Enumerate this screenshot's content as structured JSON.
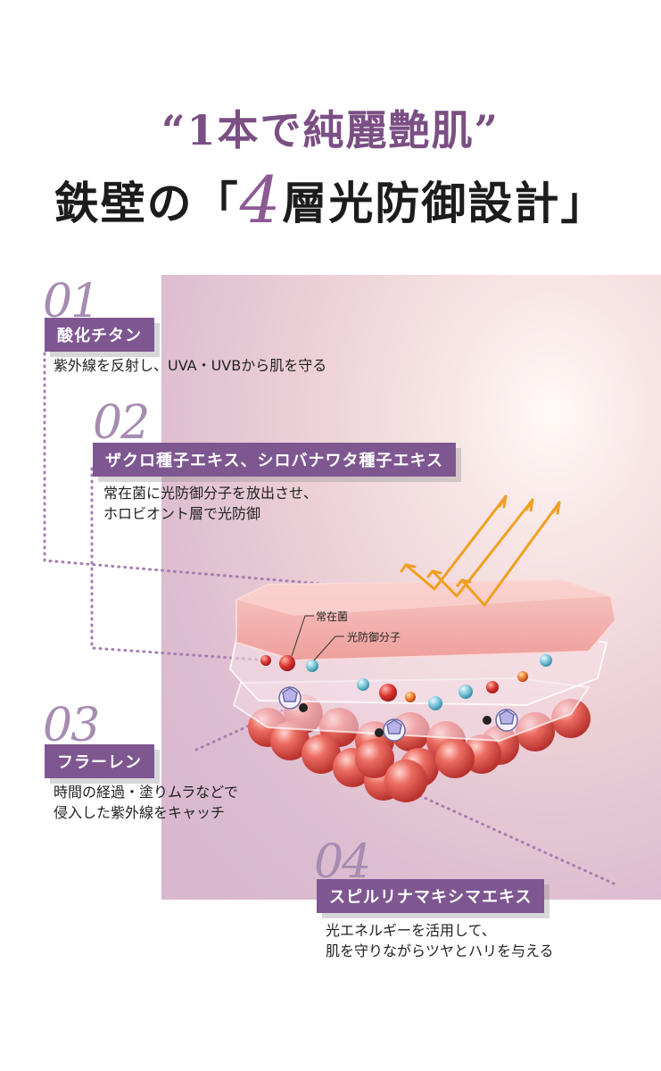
{
  "heading": {
    "line1": "“1本で純麗艶肌”",
    "line2_prefix": "鉄壁の「",
    "line2_number": "4",
    "line2_suffix": "層光防御設計」"
  },
  "layers": [
    {
      "number": "01",
      "name": "酸化チタン",
      "description_lines": [
        "紫外線を反射し、UVA・UVBから肌を守る"
      ]
    },
    {
      "number": "02",
      "name": "ザクロ種子エキス、シロバナワタ種子エキス",
      "description_lines": [
        "常在菌に光防御分子を放出させ、",
        "ホロビオント層で光防御"
      ]
    },
    {
      "number": "03",
      "name": "フラーレン",
      "description_lines": [
        "時間の経過・塗りムラなどで",
        "侵入した紫外線をキャッチ"
      ]
    },
    {
      "number": "04",
      "name": "スピルリナマキシマエキス",
      "description_lines": [
        "光エネルギーを活用して、",
        "肌を守りながらツヤとハリを与える"
      ]
    }
  ],
  "diagram_labels": {
    "bacteria": "常在菌",
    "molecule": "光防御分子"
  },
  "colors": {
    "accent_purple": "#7e5791",
    "number_purple": "#a68cb0",
    "arrow_orange": "#f0a020",
    "cell_red": "#e0504a"
  }
}
